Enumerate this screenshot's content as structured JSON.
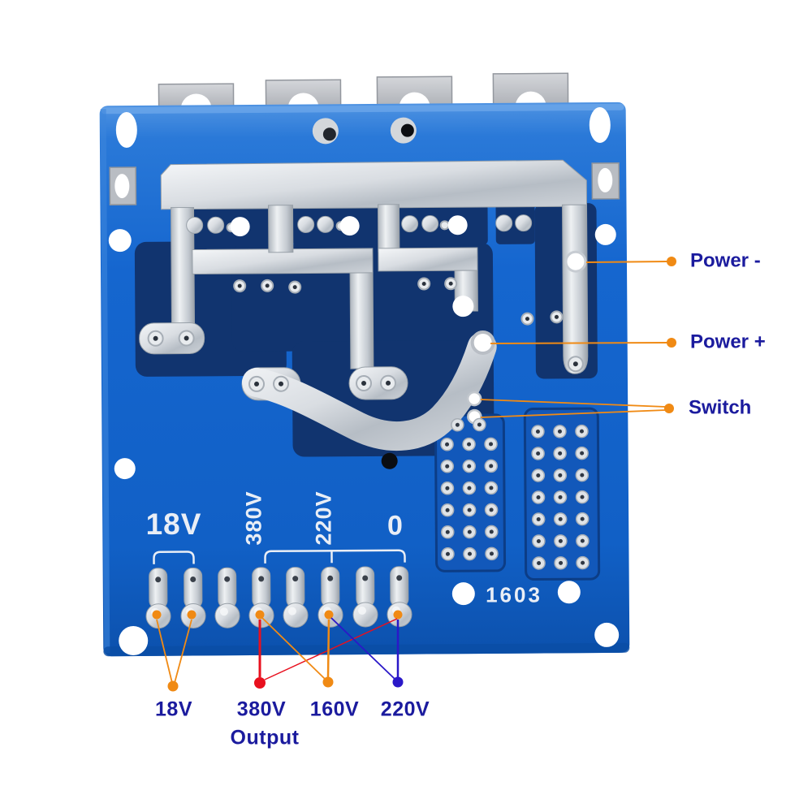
{
  "callouts": {
    "power_minus": "Power -",
    "power_plus": "Power +",
    "switch_label": "Switch"
  },
  "board_silkscreen": {
    "winding_18v": "18V",
    "winding_380v": "380V",
    "winding_220v": "220V",
    "winding_common": "0",
    "part_number": "1603"
  },
  "output_labels": {
    "tap_18v": "18V",
    "tap_380v": "380V",
    "tap_380v_sub": "Output",
    "tap_160v": "160V",
    "tap_220v": "220V"
  },
  "colors": {
    "label_navy": "#1b1b9e",
    "accent_orange": "#f08a14",
    "accent_red": "#e8101e",
    "accent_blue": "#2a18c8",
    "silkscreen": "#e9eef6",
    "board_blue": "#1566cf",
    "board_dark": "#11346f",
    "silver": "#dfe3e7"
  }
}
